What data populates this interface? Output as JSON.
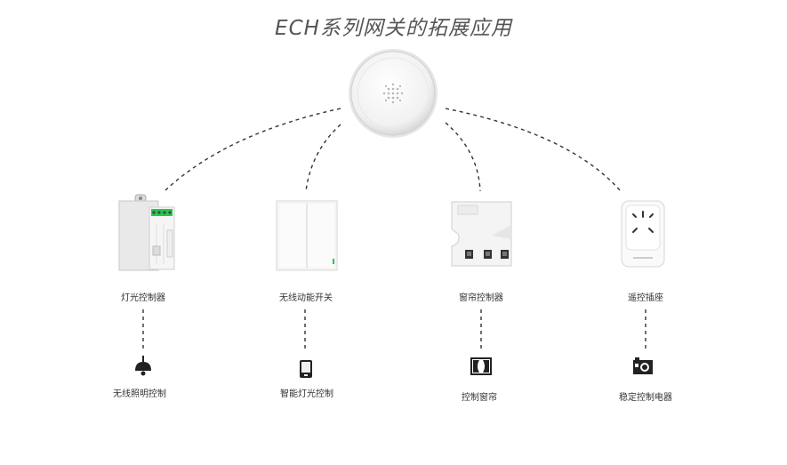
{
  "title": "ECH系列网关的拓展应用",
  "devices": [
    {
      "label": "灯光控制器",
      "function": "无线照明控制"
    },
    {
      "label": "无线动能开关",
      "function": "智能灯光控制"
    },
    {
      "label": "窗帘控制器",
      "function": "控制窗帘"
    },
    {
      "label": "遥控插座",
      "function": "稳定控制电器"
    }
  ],
  "icons": [
    "gateway-icon",
    "pendant-lamp-icon",
    "phone-icon",
    "curtain-icon",
    "appliance-icon"
  ],
  "colors": {
    "indicator_green": "#22c94a",
    "line": "#333333"
  }
}
